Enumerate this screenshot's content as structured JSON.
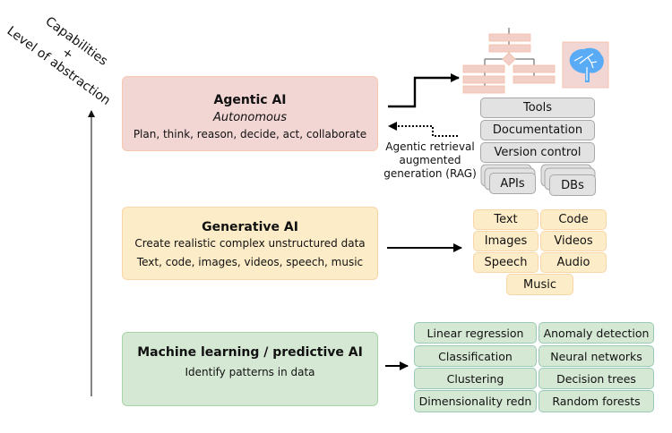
{
  "axis": {
    "line1": "Capabilities",
    "line2": "+",
    "line3": "Level of abstraction"
  },
  "tiers": {
    "agentic": {
      "title": "Agentic AI",
      "subtitle": "Autonomous",
      "description": "Plan, think, reason, decide, act, collaborate",
      "color": "#f2d6d4"
    },
    "generative": {
      "title": "Generative AI",
      "subtitle": "Create realistic complex unstructured data",
      "description": "Text, code, images, videos, speech, music",
      "color": "#fdecc8"
    },
    "ml": {
      "title": "Machine learning / predictive AI",
      "subtitle": "Identify patterns in data",
      "color": "#d5e8d4"
    }
  },
  "agentic_tools": [
    "Tools",
    "Documentation",
    "Version control"
  ],
  "agentic_stacks": [
    "APIs",
    "DBs"
  ],
  "rag_label": [
    "Agentic retrieval",
    "augmented",
    "generation (RAG)"
  ],
  "icons": {
    "flowchart": "flowchart-icon",
    "brain": "brain-icon",
    "brain_color": "#5aabf5"
  },
  "generative_outputs": [
    "Text",
    "Code",
    "Images",
    "Videos",
    "Speech",
    "Audio",
    "Music"
  ],
  "ml_methods": [
    "Linear regression",
    "Anomaly detection",
    "Classification",
    "Neural networks",
    "Clustering",
    "Decision trees",
    "Dimensionality redn",
    "Random forests"
  ]
}
